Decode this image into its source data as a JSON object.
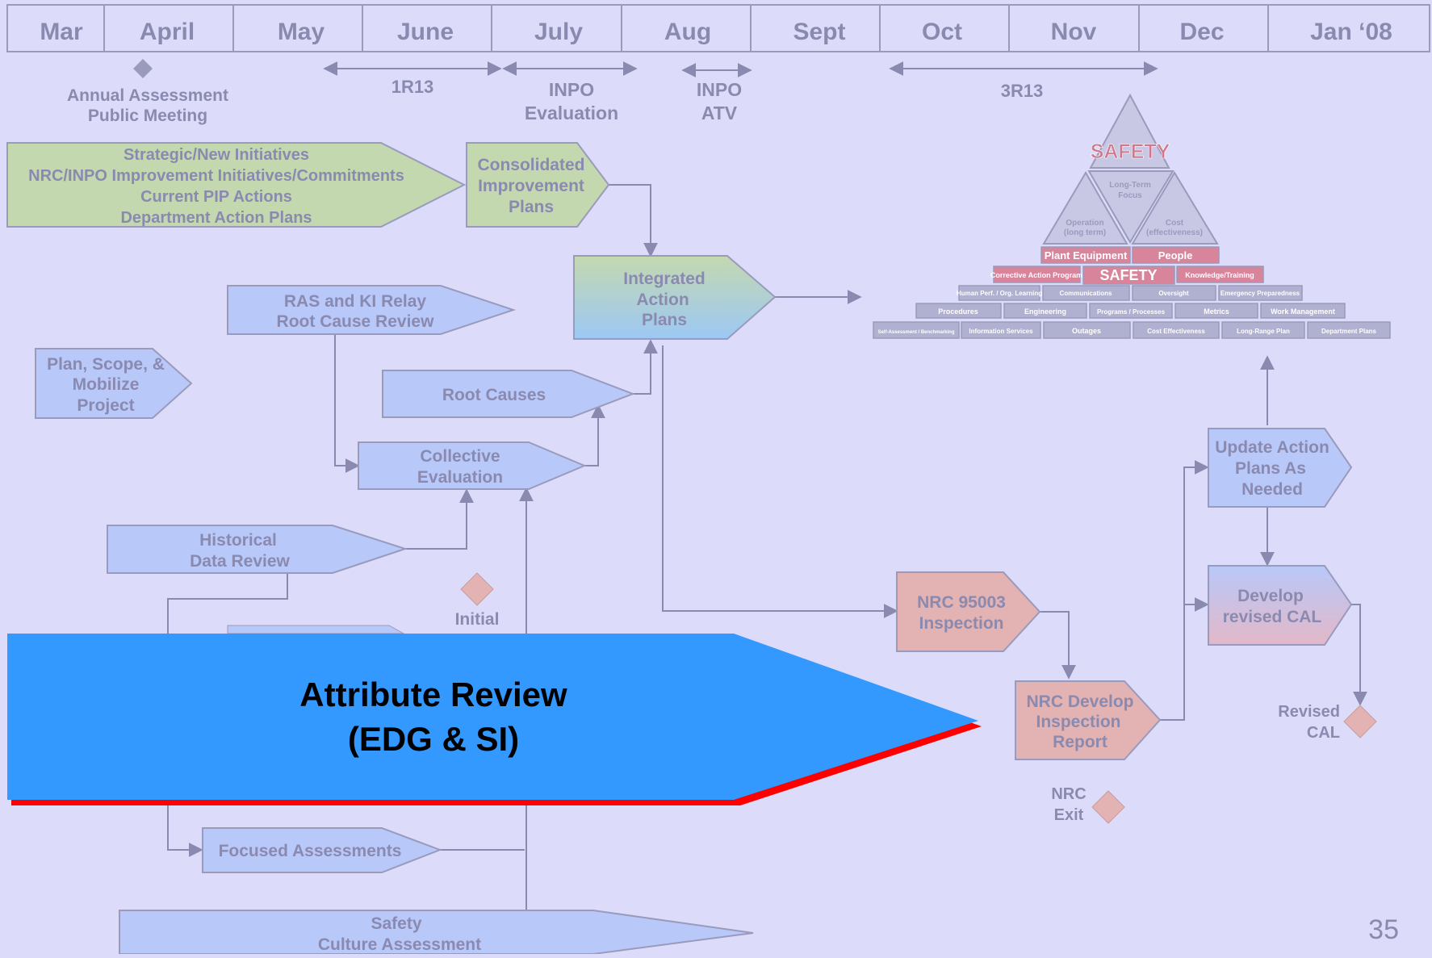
{
  "months": [
    "Mar",
    "April",
    "May",
    "June",
    "July",
    "Aug",
    "Sept",
    "Oct",
    "Nov",
    "Dec",
    "Jan ‘08"
  ],
  "milestones": {
    "annual": [
      "Annual Assessment",
      "Public Meeting"
    ],
    "r1r13": "1R13",
    "inpo_eval": [
      "INPO",
      "Evaluation"
    ],
    "inpo_atv": [
      "INPO",
      "ATV"
    ],
    "r3r13": "3R13",
    "initial": "Initial",
    "revised_cal": [
      "Revised",
      "CAL"
    ],
    "nrc_exit": [
      "NRC",
      "Exit"
    ]
  },
  "boxes": {
    "strategic": [
      "Strategic/New Initiatives",
      "NRC/INPO Improvement Initiatives/Commitments",
      "Current PIP Actions",
      "Department Action Plans"
    ],
    "consolidated": [
      "Consolidated",
      "Improvement",
      "Plans"
    ],
    "integrated": [
      "Integrated",
      "Action",
      "Plans"
    ],
    "ras": [
      "RAS and KI Relay",
      "Root Cause Review"
    ],
    "plan": [
      "Plan, Scope, &",
      "Mobilize",
      "Project"
    ],
    "root_causes": "Root Causes",
    "collective": [
      "Collective",
      "Evaluation"
    ],
    "historical": [
      "Historical",
      "Data Review"
    ],
    "focused": "Focused Assessments",
    "safety_culture": [
      "Safety",
      "Culture Assessment"
    ],
    "nrc95003": [
      "NRC 95003",
      "Inspection"
    ],
    "nrc_report": [
      "NRC Develop",
      "Inspection",
      "Report"
    ],
    "update_plans": [
      "Update Action",
      "Plans As",
      "Needed"
    ],
    "develop_cal": [
      "Develop",
      "revised CAL"
    ]
  },
  "pyramid": {
    "top": "SAFETY",
    "mid": [
      "Long-Term",
      "Focus"
    ],
    "left": [
      "Operation",
      "(long term)"
    ],
    "right": [
      "Cost",
      "(effectiveness)"
    ],
    "row1": [
      "Plant Equipment",
      "People"
    ],
    "row2": [
      "Corrective Action Program",
      "SAFETY",
      "Knowledge/Training"
    ],
    "row3": [
      "Human Perf. / Org. Learning",
      "Communications",
      "Oversight",
      "Emergency Preparedness"
    ],
    "row4": [
      "Procedures",
      "Engineering",
      "Programs / Processes",
      "Metrics",
      "Work Management"
    ],
    "row5": [
      "Self-Assessment / Benchmarking",
      "Information Services",
      "Outages",
      "Cost Effectiveness",
      "Long-Range Plan",
      "Department Plans"
    ]
  },
  "overlay": [
    "Attribute Review",
    "(EDG & SI)"
  ],
  "page_number": "35",
  "colors": {
    "background": "#dcdcfa",
    "blue_box": "#b8c8f8",
    "green_box": "#c4d8b0",
    "red_box": "#e3b2b2",
    "overlay": "#3399ff",
    "overlay_shadow": "#ff0000",
    "text": "#8a8ab0"
  }
}
